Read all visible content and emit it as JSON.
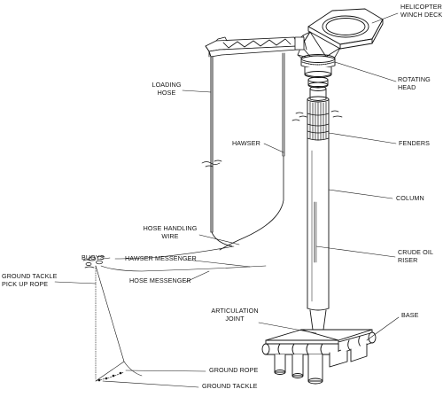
{
  "labels": {
    "helicopter_winch_deck": [
      "HELICOPTER",
      "WINCH DECK"
    ],
    "loading_hose": [
      "LOADING",
      "HOSE"
    ],
    "rotating_head": [
      "ROTATING",
      "HEAD"
    ],
    "hawser": "HAWSER",
    "fenders": "FENDERS",
    "column": "COLUMN",
    "hose_handling_wire": [
      "HOSE HANDLING",
      "WIRE"
    ],
    "crude_oil_riser": [
      "CRUDE OIL",
      "RISER"
    ],
    "buoys": "BUOYS",
    "hawser_messenger": "HAWSER MESSENGER",
    "ground_tackle_pick_up_rope": [
      "GROUND TACKLE",
      "PICK UP ROPE"
    ],
    "hose_messenger": "HOSE MESSENGER",
    "base": "BASE",
    "articulation_joint": [
      "ARTICULATION",
      "JOINT"
    ],
    "ground_rope": "GROUND ROPE",
    "ground_tackle": "GROUND TACKLE"
  },
  "colors": {
    "ink": "#111111",
    "paper": "#ffffff"
  }
}
